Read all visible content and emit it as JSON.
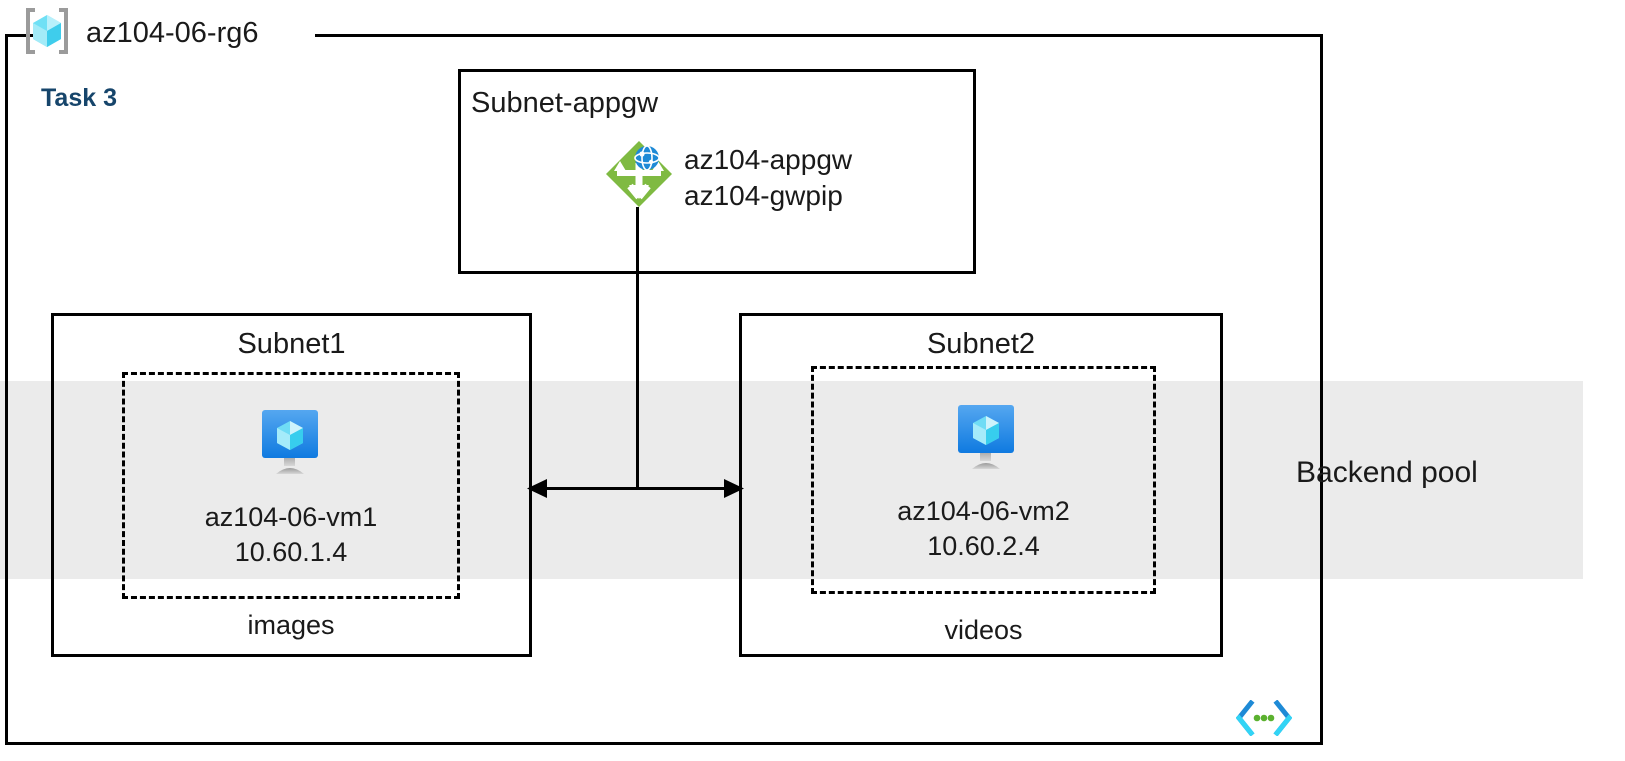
{
  "diagram": {
    "type": "azure-architecture",
    "resource_group": {
      "name": "az104-06-rg6",
      "icon": "resource-group-icon"
    },
    "task": {
      "label": "Task 3",
      "color": "#16456b"
    },
    "backend_pool": {
      "label": "Backend pool",
      "band_color": "#ebebeb"
    },
    "subnets": [
      {
        "id": "subnet-appgw",
        "title": "Subnet-appgw",
        "resources": [
          {
            "icon": "application-gateway-icon",
            "lines": [
              "az104-appgw",
              "az104-gwpip"
            ]
          }
        ]
      },
      {
        "id": "subnet1",
        "title": "Subnet1",
        "vm": {
          "icon": "virtual-machine-icon",
          "name": "az104-06-vm1",
          "ip": "10.60.1.4"
        },
        "endpoint": "images"
      },
      {
        "id": "subnet2",
        "title": "Subnet2",
        "vm": {
          "icon": "virtual-machine-icon",
          "name": "az104-06-vm2",
          "ip": "10.60.2.4"
        },
        "endpoint": "videos"
      }
    ],
    "footer_icon": "code-template-icon",
    "colors": {
      "appgw_green": "#7fba42",
      "appgw_globe_blue": "#1e8ad6",
      "vm_blue": "#32a0f0",
      "cube_cyan": "#7fdbf5",
      "border_black": "#000000"
    }
  }
}
